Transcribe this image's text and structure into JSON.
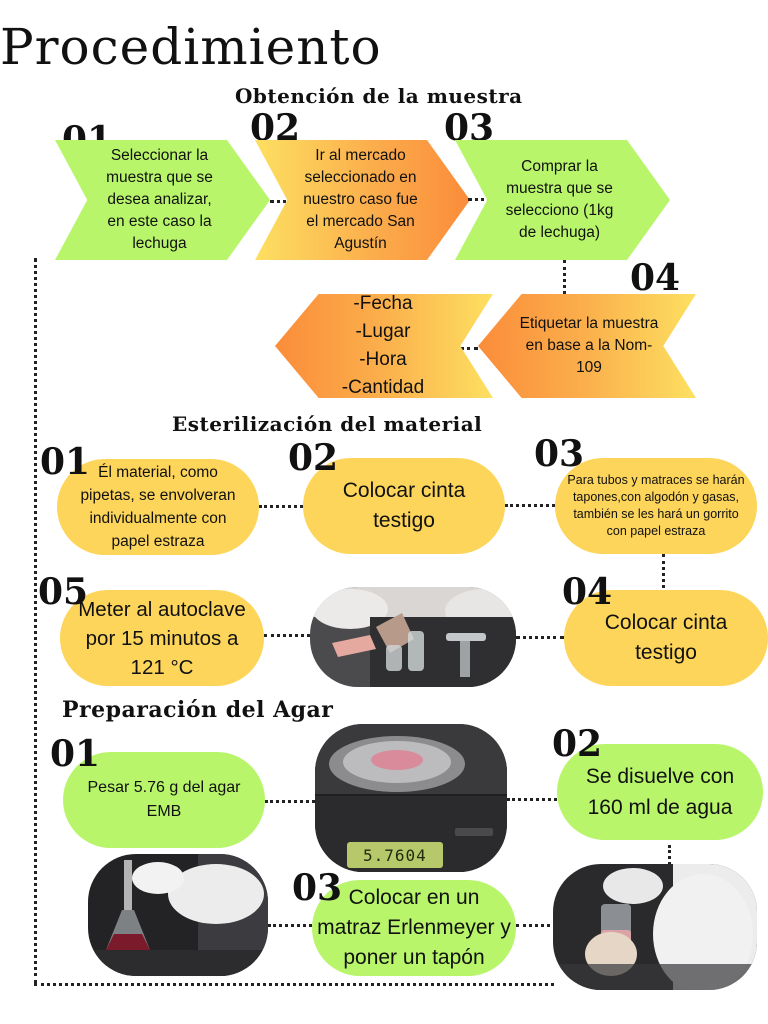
{
  "title": "Procedimiento",
  "sections": {
    "obtencion": "Obtención de la muestra",
    "esterilizacion": "Esterilización del material",
    "agar": "Preparación del Agar"
  },
  "obtencion_steps": [
    {
      "num": "01",
      "text": "Seleccionar la muestra que se desea analizar, en este caso la lechuga"
    },
    {
      "num": "02",
      "text": "Ir al mercado seleccionado en nuestro caso fue el mercado San Agustín"
    },
    {
      "num": "03",
      "text": "Comprar la muestra que se selecciono (1kg de lechuga)"
    },
    {
      "num": "04",
      "text": "Etiquetar la muestra en base a la Nom-109"
    },
    {
      "num": "",
      "text": "-Fecha\n-Lugar\n-Hora\n-Cantidad"
    }
  ],
  "esterilizacion_steps": [
    {
      "num": "01",
      "text": "Él material, como pipetas, se envolveran individualmente con papel estraza"
    },
    {
      "num": "02",
      "text": "Colocar cinta testigo"
    },
    {
      "num": "03",
      "text": "Para tubos y matraces se harán tapones,con algodón y gasas, también se les hará un gorrito con papel estraza"
    },
    {
      "num": "04",
      "text": "Colocar cinta testigo"
    },
    {
      "num": "05",
      "text": "Meter al autoclave por 15 minutos a 121 °C"
    }
  ],
  "agar_steps": [
    {
      "num": "01",
      "text": "Pesar 5.76 g del agar EMB"
    },
    {
      "num": "02",
      "text": "Se disuelve con 160 ml de agua"
    },
    {
      "num": "03",
      "text": "Colocar en un matraz Erlenmeyer y poner un tapón"
    }
  ],
  "scale_display": "5.7604",
  "colors": {
    "green": "#b8f56a",
    "orange": "#fb8c3a",
    "yellow": "#fdd55a"
  }
}
